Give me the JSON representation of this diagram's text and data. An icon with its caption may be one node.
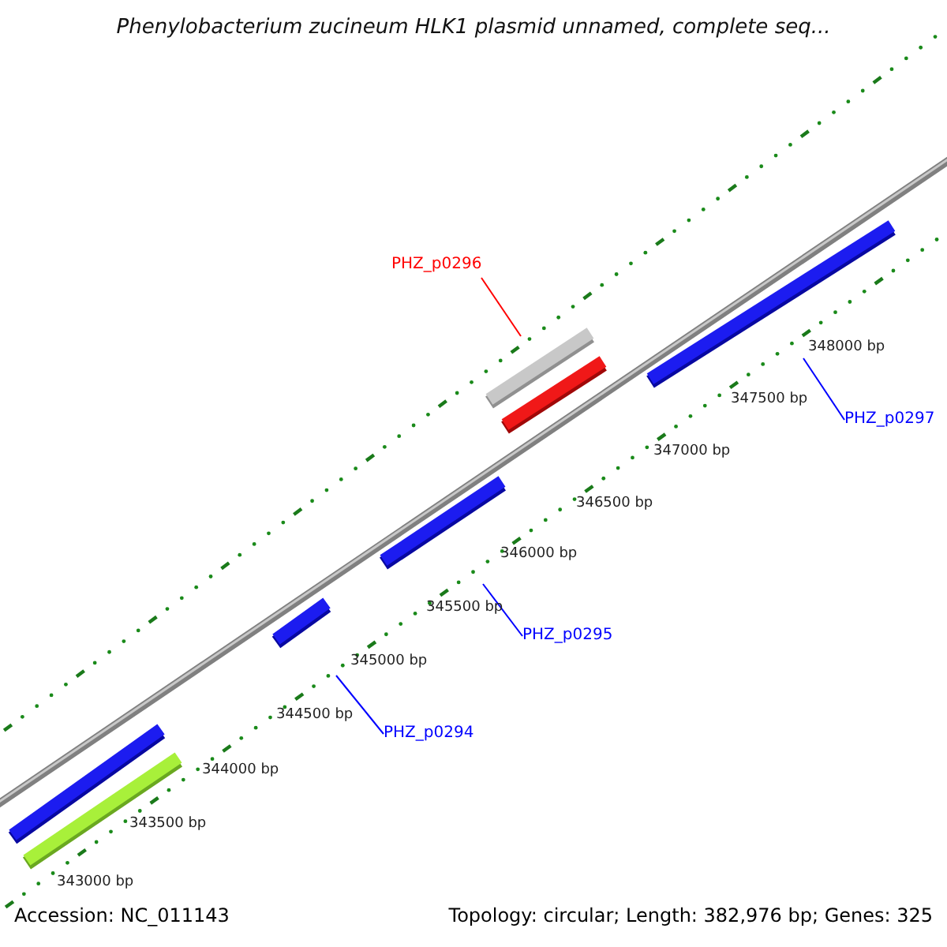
{
  "diagram": {
    "title": "Phenylobacterium zucineum HLK1 plasmid unnamed, complete seq...",
    "nodes": [
      {
        "text": [
          "PHZ_p0296"
        ]
      },
      {
        "text": [
          "PHZ_p0297"
        ]
      },
      {
        "text": [
          "PHZ_p0295"
        ]
      },
      {
        "text": [
          "PHZ_p0294"
        ]
      }
    ],
    "edges": [
      {
        "from": 0,
        "to": null,
        "arrow": "none",
        "color": "#ff0000"
      },
      {
        "from": 1,
        "to": null,
        "arrow": "none"
      },
      {
        "from": 2,
        "to": null,
        "arrow": "none"
      },
      {
        "from": 3,
        "to": null,
        "arrow": "none"
      }
    ],
    "labels": [
      "348000 bp",
      "347500 bp",
      "347000 bp",
      "346500 bp",
      "346000 bp",
      "345500 bp",
      "345000 bp",
      "344500 bp",
      "344000 bp",
      "343500 bp",
      "343000 bp",
      "Accession: NC_011143",
      "Topology: circular; Length: 382,976 bp; Genes: 325"
    ]
  }
}
